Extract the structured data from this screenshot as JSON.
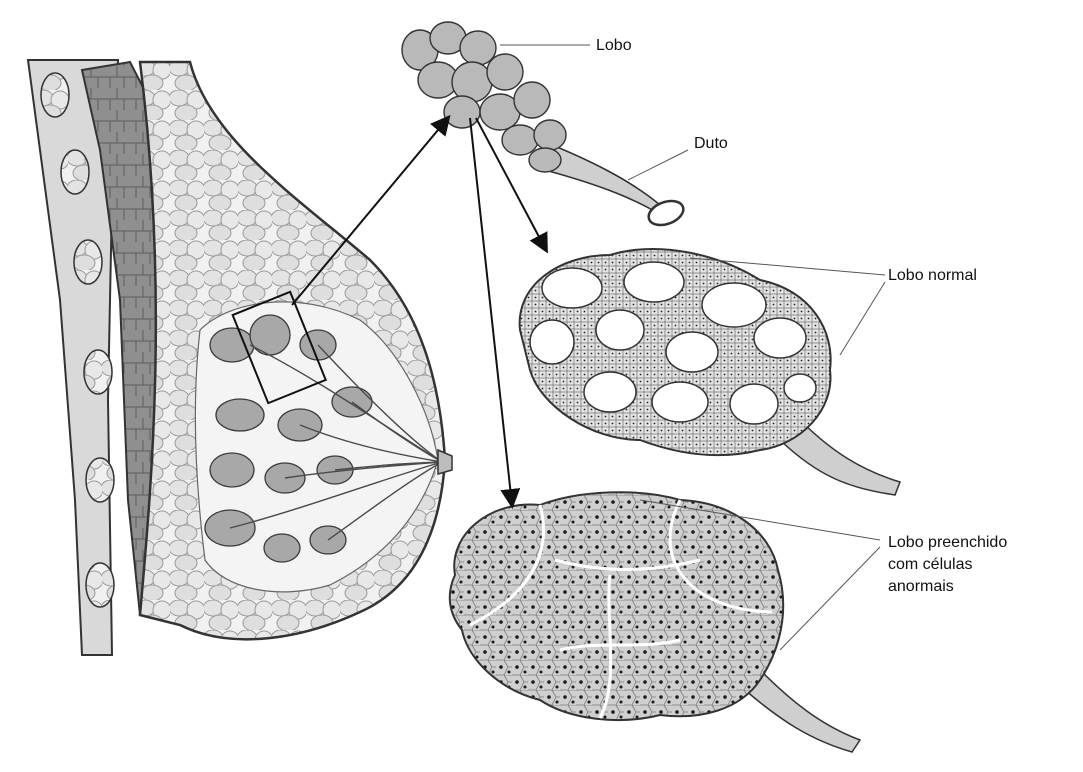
{
  "labels": {
    "lobo": "Lobo",
    "duto": "Duto",
    "lobo_normal": "Lobo normal",
    "lobo_preenchido": [
      "Lobo preenchido",
      "com células",
      "anormais"
    ]
  },
  "colors": {
    "outline": "#333333",
    "fat_lobule": "#e6e6e6",
    "muscle": "#8c8c8c",
    "gland": "#a6a6a6",
    "cell_fill": "#d4d4d4",
    "nucleus": "#1a1a1a"
  }
}
